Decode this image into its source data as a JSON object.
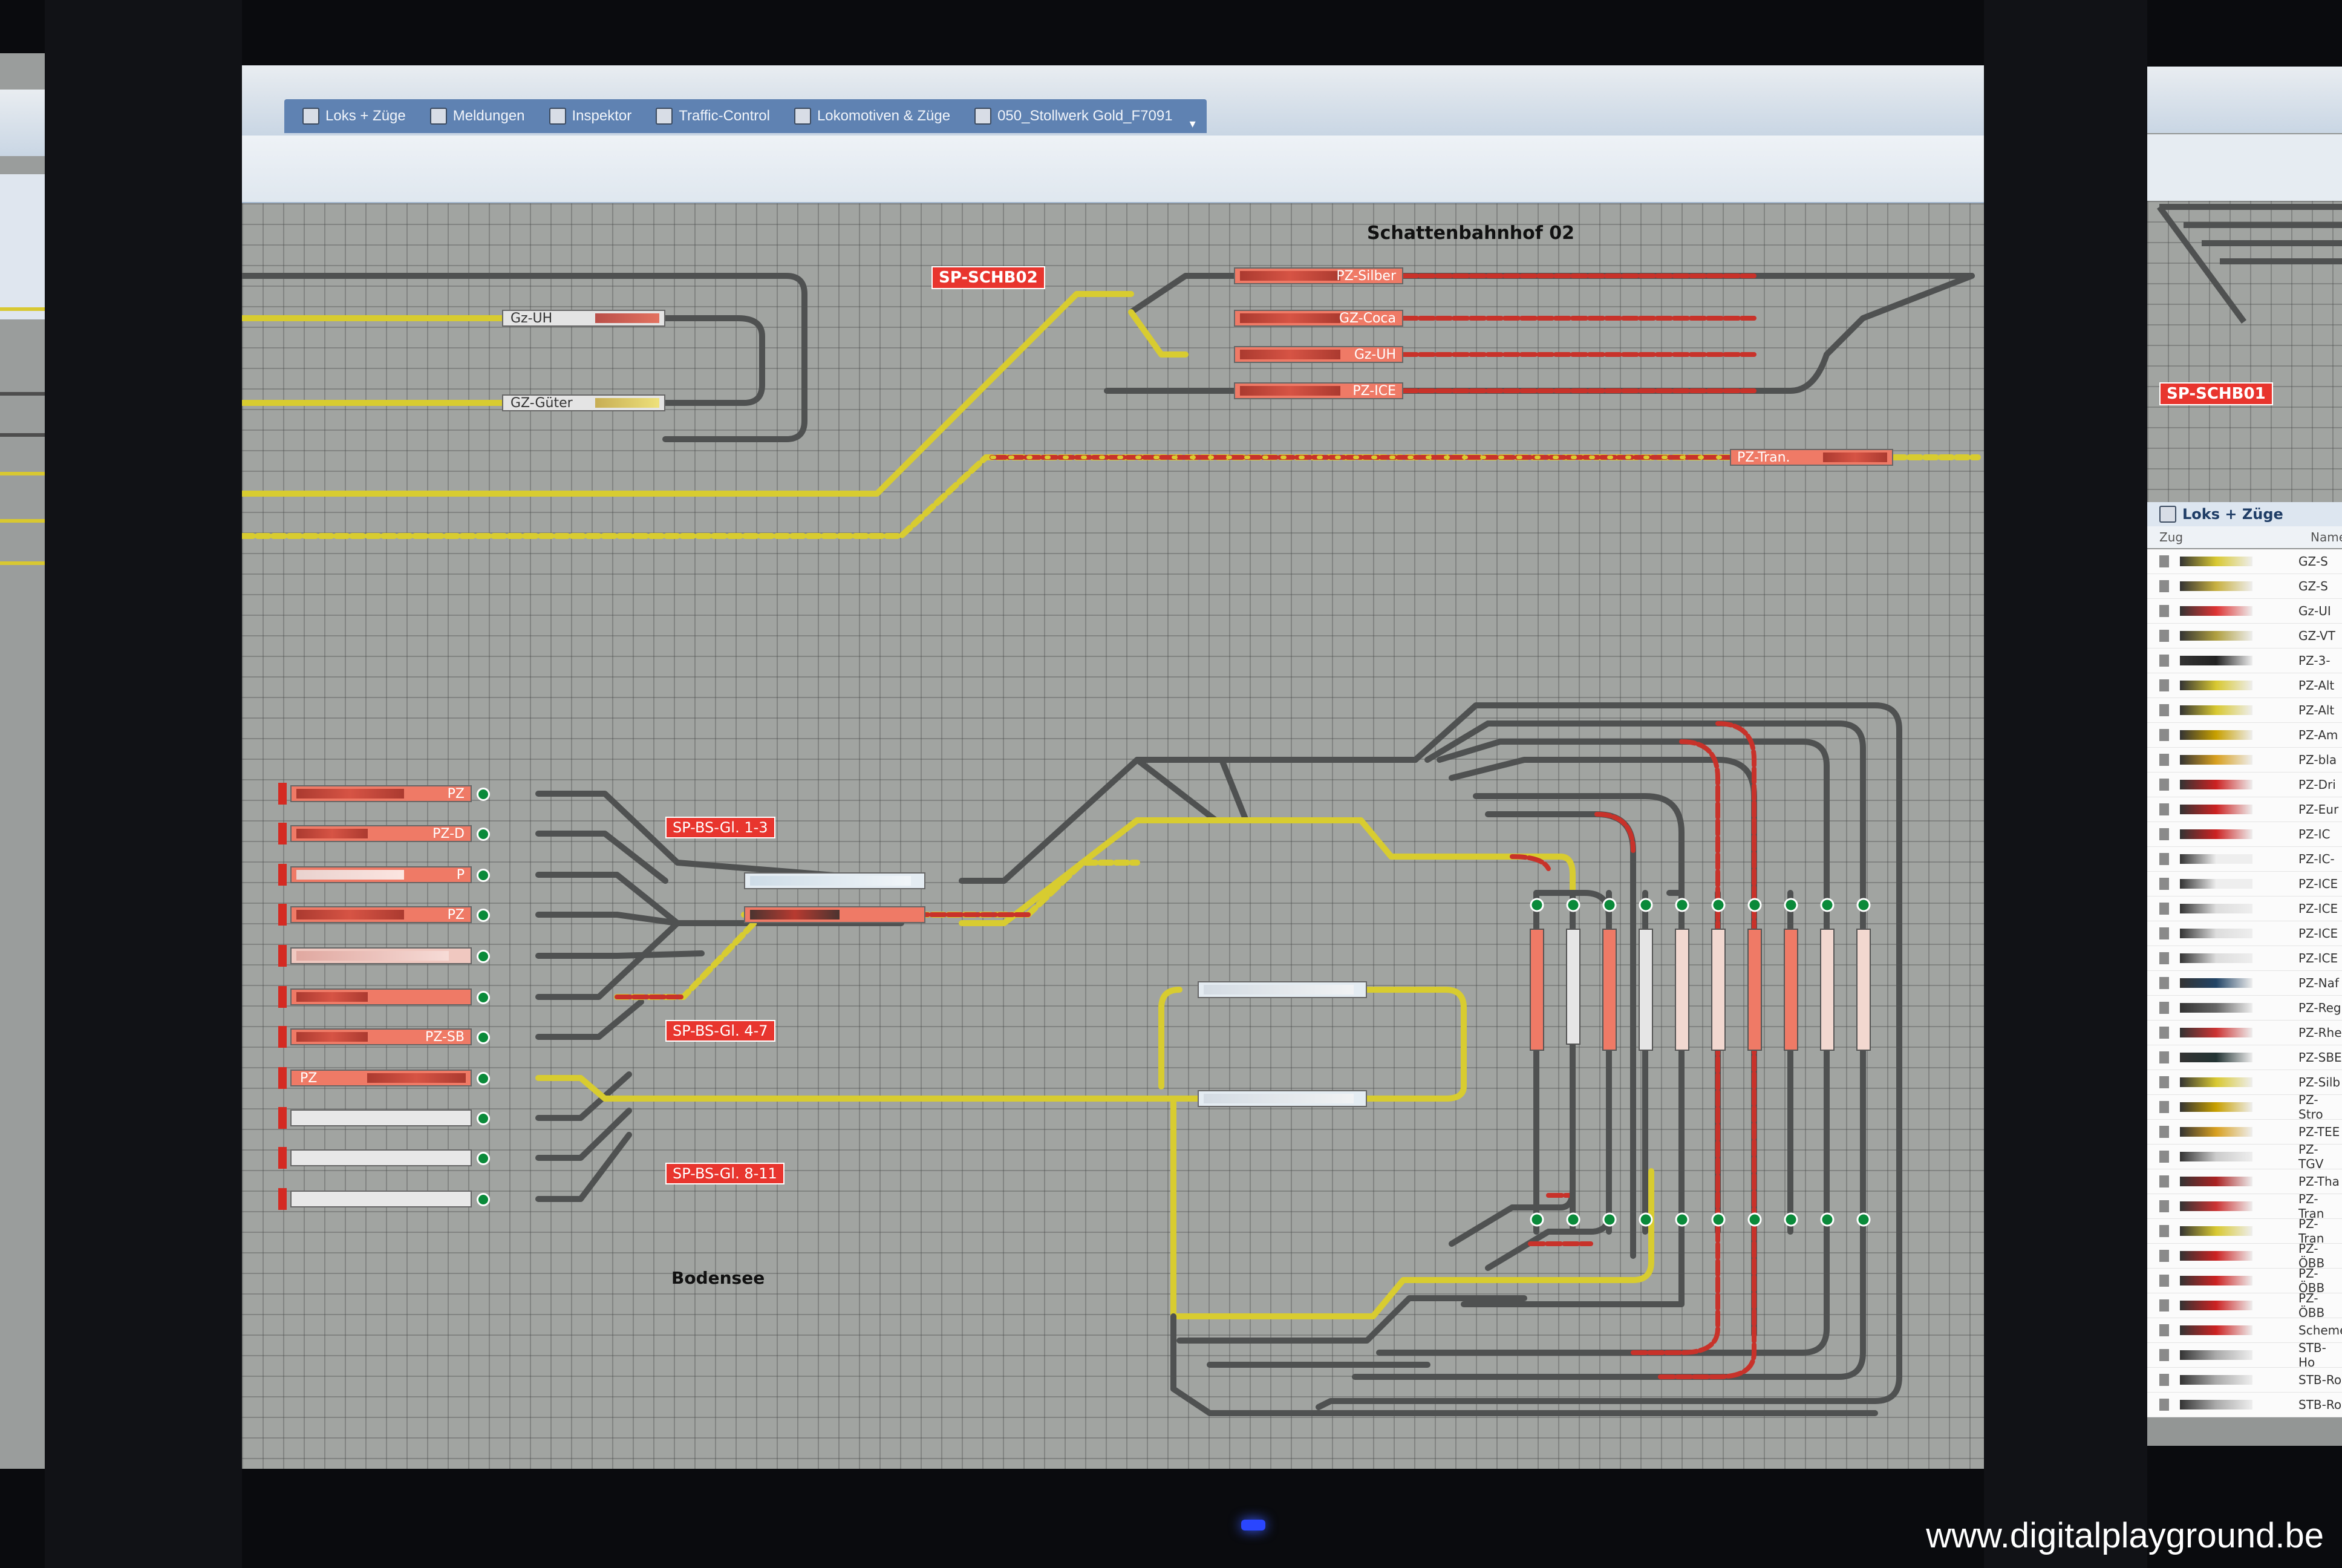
{
  "tabs": [
    {
      "label": "Loks + Züge",
      "icon": "train-icon"
    },
    {
      "label": "Meldungen",
      "icon": "message-icon"
    },
    {
      "label": "Inspektor",
      "icon": "inspector-icon"
    },
    {
      "label": "Traffic-Control",
      "icon": "traffic-icon"
    },
    {
      "label": "Lokomotiven & Züge",
      "icon": "locomotive-icon"
    },
    {
      "label": "050_Stollwerk Gold_F7091",
      "icon": "document-icon"
    }
  ],
  "layout": {
    "station_title": "Schattenbahnhof 02",
    "area_label_text": "Bodensee",
    "sections": [
      {
        "label": "SP-SCHB02"
      },
      {
        "label": "SP-BS-Gl. 1-3"
      },
      {
        "label": "SP-BS-Gl. 4-7"
      },
      {
        "label": "SP-BS-Gl. 8-11"
      }
    ],
    "shadow_trains": [
      {
        "label": "PZ-Silber"
      },
      {
        "label": "GZ-Coca"
      },
      {
        "label": "Gz-UH"
      },
      {
        "label": "PZ-ICE"
      },
      {
        "label": "PZ-Tran."
      },
      {
        "label": "Gz-UH"
      },
      {
        "label": "GZ-Güter"
      }
    ],
    "station_trains": [
      {
        "label": "PZ"
      },
      {
        "label": "PZ-D"
      },
      {
        "label": "P"
      },
      {
        "label": "PZ"
      },
      {
        "label": ""
      },
      {
        "label": ""
      },
      {
        "label": "PZ-SB"
      },
      {
        "label": "PZ"
      },
      {
        "label": ""
      },
      {
        "label": ""
      },
      {
        "label": ""
      }
    ]
  },
  "right_panel": {
    "section_label": "SP-SCHB01",
    "title": "Loks + Züge",
    "col_train": "Zug",
    "col_name": "Name",
    "rows": [
      "GZ-S",
      "GZ-S",
      "Gz-UI",
      "GZ-VT",
      "PZ-3-",
      "PZ-Alt",
      "PZ-Alt",
      "PZ-Am",
      "PZ-bla",
      "PZ-Dri",
      "PZ-Eur",
      "PZ-IC",
      "PZ-IC-",
      "PZ-ICE",
      "PZ-ICE",
      "PZ-ICE",
      "PZ-ICE",
      "PZ-Naf",
      "PZ-Reg",
      "PZ-Rhe",
      "PZ-SBE",
      "PZ-Silb",
      "PZ-Stro",
      "PZ-TEE",
      "PZ-TGV",
      "PZ-Tha",
      "PZ-Tran",
      "PZ-Tran",
      "PZ-ÖBB",
      "PZ-ÖBB",
      "PZ-ÖBB",
      "Scheme",
      "STB-Ho",
      "STB-Ro",
      "STB-Ro"
    ]
  },
  "watermark": "www.digitalplayground.be"
}
